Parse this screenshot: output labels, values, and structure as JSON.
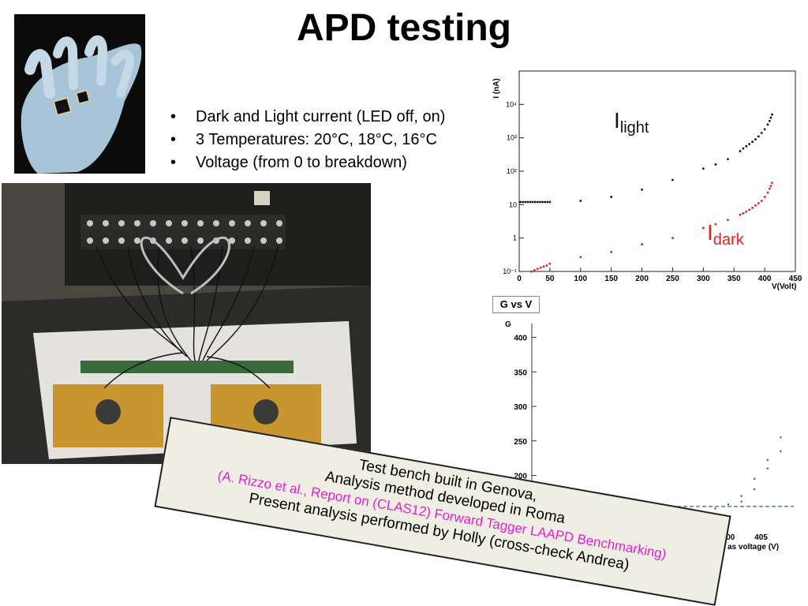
{
  "slide": {
    "title": "APD testing",
    "bullets": [
      "Dark and Light current (LED off, on)",
      "3 Temperatures: 20°C, 18°C, 16°C",
      "Voltage (from 0 to breakdown)"
    ],
    "callout": {
      "line1": "Test bench built in Genova,",
      "line2": "Analysis method developed in Roma",
      "line3": "(A. Rizzo et al., Report on (CLAS12) Forward Tagger LAAPD Benchmarking)",
      "line4": "Present analysis performed by Holly (cross-check Andrea)"
    },
    "colors": {
      "reference_text": "#e020d0",
      "light_series": "#111111",
      "dark_series": "#e8201c",
      "gain_line": "#3a5fc0"
    }
  },
  "chart_data": [
    {
      "type": "scatter",
      "ylabel": "I (nA)",
      "xlabel": "V(Volt)",
      "log_y": true,
      "xlim": [
        0,
        450
      ],
      "ylim": [
        0.1,
        100000
      ],
      "x_ticks": [
        "0",
        "50",
        "100",
        "150",
        "200",
        "250",
        "300",
        "350",
        "400",
        "450"
      ],
      "y_ticks": [
        "10⁻¹",
        "1",
        "10",
        "10²",
        "10³",
        "10⁴"
      ],
      "series": [
        {
          "name": "I_light",
          "label_main": "I",
          "label_sub": "light",
          "color": "#111111",
          "points": [
            [
              2,
              12
            ],
            [
              6,
              12
            ],
            [
              10,
              12
            ],
            [
              14,
              12
            ],
            [
              18,
              12
            ],
            [
              22,
              12
            ],
            [
              26,
              12
            ],
            [
              30,
              12
            ],
            [
              34,
              12
            ],
            [
              38,
              12
            ],
            [
              42,
              12
            ],
            [
              46,
              12
            ],
            [
              50,
              12
            ],
            [
              100,
              13
            ],
            [
              150,
              17
            ],
            [
              200,
              28
            ],
            [
              250,
              55
            ],
            [
              300,
              120
            ],
            [
              320,
              160
            ],
            [
              340,
              230
            ],
            [
              360,
              400
            ],
            [
              365,
              480
            ],
            [
              370,
              560
            ],
            [
              375,
              650
            ],
            [
              380,
              760
            ],
            [
              385,
              900
            ],
            [
              390,
              1100
            ],
            [
              395,
              1400
            ],
            [
              400,
              1800
            ],
            [
              405,
              2500
            ],
            [
              408,
              3200
            ],
            [
              410,
              4000
            ],
            [
              412,
              5000
            ]
          ]
        },
        {
          "name": "I_dark",
          "label_main": "I",
          "label_sub": "dark",
          "color": "#e8201c",
          "points": [
            [
              20,
              0.1
            ],
            [
              25,
              0.11
            ],
            [
              30,
              0.12
            ],
            [
              35,
              0.13
            ],
            [
              40,
              0.14
            ],
            [
              45,
              0.15
            ],
            [
              50,
              0.17
            ],
            [
              100,
              0.27
            ],
            [
              150,
              0.38
            ],
            [
              200,
              0.65
            ],
            [
              250,
              1.0
            ],
            [
              300,
              2.0
            ],
            [
              320,
              2.6
            ],
            [
              340,
              3.5
            ],
            [
              360,
              5.0
            ],
            [
              365,
              5.5
            ],
            [
              370,
              6.2
            ],
            [
              375,
              7.0
            ],
            [
              380,
              8.0
            ],
            [
              385,
              9.5
            ],
            [
              390,
              11
            ],
            [
              395,
              13
            ],
            [
              400,
              17
            ],
            [
              405,
              23
            ],
            [
              408,
              30
            ],
            [
              410,
              36
            ],
            [
              412,
              45
            ]
          ]
        }
      ]
    },
    {
      "type": "scatter",
      "title": "G vs V",
      "ylabel": "G",
      "xlabel": "as voltage (V)",
      "xlim": [
        370,
        410
      ],
      "ylim": [
        100,
        420
      ],
      "y_ticks": [
        "150",
        "200",
        "250",
        "300",
        "350",
        "400"
      ],
      "x_ticks": [
        "400",
        "405"
      ],
      "reference_line": 155,
      "points": [
        [
          376,
          110
        ],
        [
          378,
          118
        ],
        [
          380,
          122
        ],
        [
          382,
          126
        ],
        [
          384,
          130
        ],
        [
          386,
          133
        ],
        [
          388,
          135
        ],
        [
          390,
          137
        ],
        [
          392,
          140
        ],
        [
          394,
          143
        ],
        [
          396,
          148
        ],
        [
          398,
          152
        ],
        [
          400,
          158
        ],
        [
          402,
          170
        ],
        [
          404,
          180
        ],
        [
          406,
          210
        ],
        [
          408,
          235
        ],
        [
          408,
          255
        ],
        [
          404,
          195
        ],
        [
          406,
          222
        ],
        [
          402,
          162
        ],
        [
          400,
          140
        ],
        [
          398,
          135
        ],
        [
          396,
          130
        ]
      ]
    }
  ]
}
